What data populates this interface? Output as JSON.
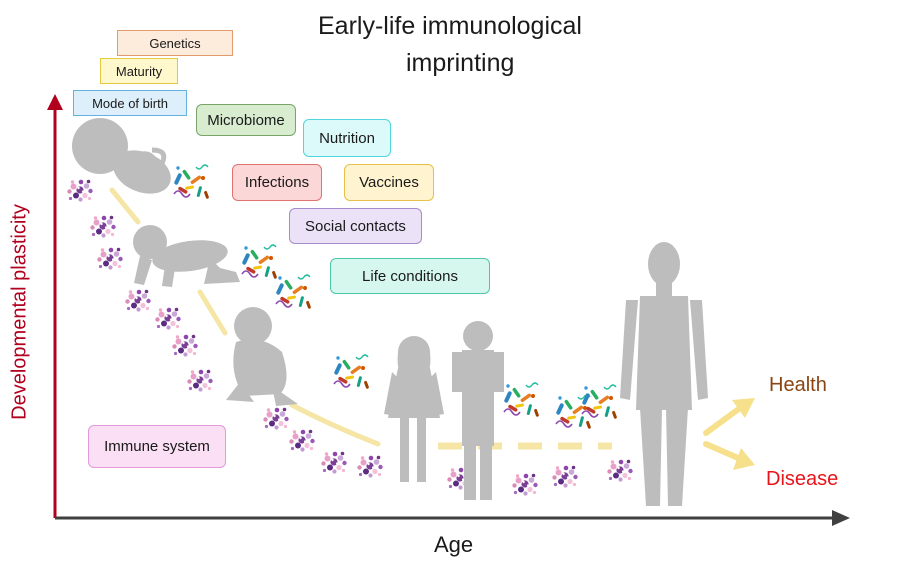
{
  "title": {
    "line1": "Early-life immunological",
    "line2": "imprinting"
  },
  "axes": {
    "y": "Developmental plasticity",
    "x": "Age"
  },
  "factors": {
    "genetics": "Genetics",
    "maturity": "Maturity",
    "mode_of_birth": "Mode of birth",
    "microbiome": "Microbiome",
    "nutrition": "Nutrition",
    "infections": "Infections",
    "vaccines": "Vaccines",
    "social_contacts": "Social contacts",
    "life_conditions": "Life conditions",
    "immune_system": "Immune system"
  },
  "outcomes": {
    "health": "Health",
    "disease": "Disease"
  },
  "colors": {
    "axis_y": "#b0001e",
    "axis_x": "#404040",
    "silhouette": "#bdbdbd",
    "trajectory": "#f5e6a6",
    "outcome_arrow": "#f7e08c",
    "health": "#8b4513",
    "disease": "#e8141c"
  },
  "icons": {
    "figures": [
      "fetus-icon",
      "crawling-baby-icon",
      "squatting-toddler-icon",
      "girl-icon",
      "boy-reading-icon",
      "adult-icon"
    ],
    "clusters": "immune-cell-cluster-icon",
    "microbes": "microbes-icon"
  }
}
